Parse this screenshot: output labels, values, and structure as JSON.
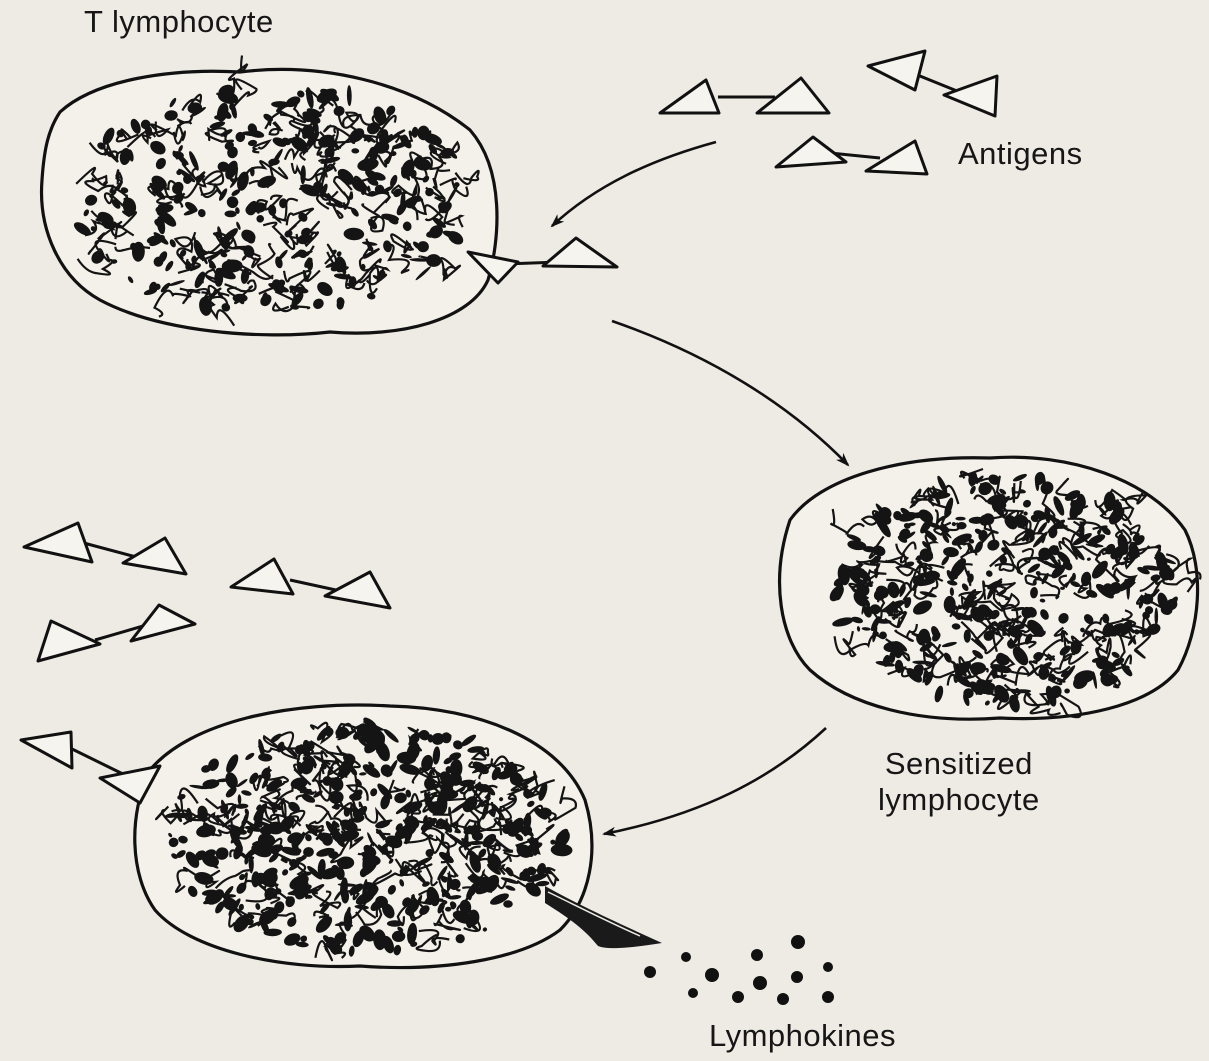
{
  "labels": {
    "t_lymphocyte": "T lymphocyte",
    "antigens": "Antigens",
    "sensitized_line1": "Sensitized",
    "sensitized_line2": "lymphocyte",
    "lymphokines": "Lymphokines"
  },
  "colors": {
    "paper": "#eeebe5",
    "ink": "#111111"
  }
}
